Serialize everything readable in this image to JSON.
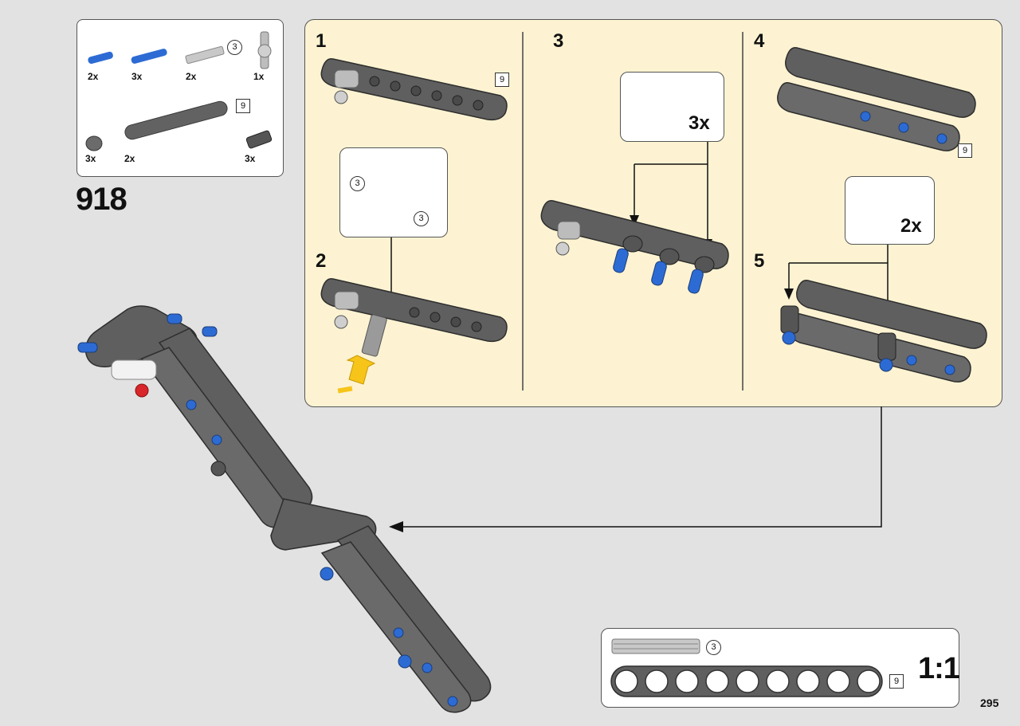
{
  "parts_list": {
    "items": [
      {
        "qty": "2x"
      },
      {
        "qty": "3x"
      },
      {
        "qty": "2x",
        "length": "3"
      },
      {
        "qty": "1x"
      },
      {
        "qty": "3x"
      },
      {
        "qty": "2x",
        "length": "9"
      },
      {
        "qty": "3x"
      }
    ]
  },
  "submodel_number": "918",
  "steps": [
    {
      "number": "1",
      "beam_length": "9"
    },
    {
      "number": "2",
      "callout_lengths": [
        "3",
        "3"
      ]
    },
    {
      "number": "3",
      "callout_qty": "3x"
    },
    {
      "number": "4",
      "beam_length": "9"
    },
    {
      "number": "5",
      "callout_qty": "2x"
    }
  ],
  "scale_box": {
    "axle_length": "3",
    "beam_length": "9",
    "label": "1:1"
  },
  "page_number": "295",
  "colors": {
    "panel_bg": "#fdf3d2",
    "beam_gray": "#5f5f5f",
    "pin_blue": "#2d6bd4",
    "arrow_yellow": "#f7c41a",
    "axle_red": "#d8262a"
  }
}
